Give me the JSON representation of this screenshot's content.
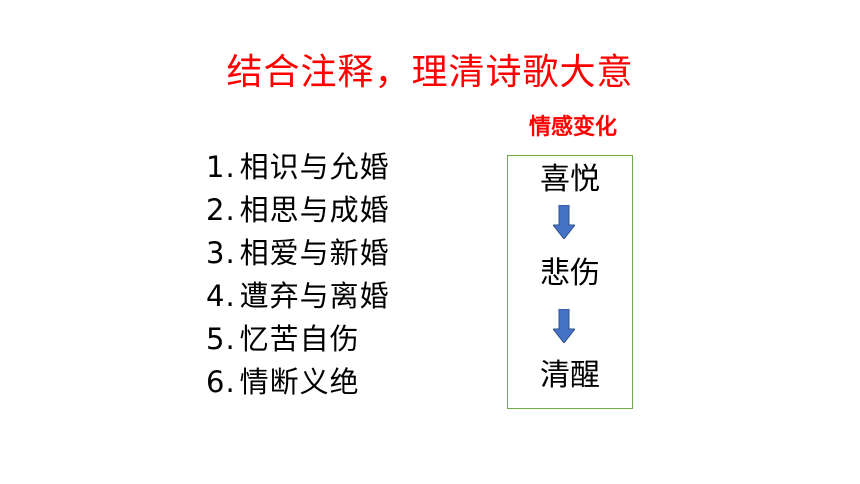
{
  "title": "结合注释，理清诗歌大意",
  "emotion_label": "情感变化",
  "plot_points": [
    {
      "num": "1.",
      "text": "相识与允婚"
    },
    {
      "num": "2.",
      "text": "相思与成婚"
    },
    {
      "num": "3.",
      "text": "相爱与新婚"
    },
    {
      "num": "4.",
      "text": "遭弃与离婚"
    },
    {
      "num": "5.",
      "text": "忆苦自伤"
    },
    {
      "num": "6.",
      "text": "情断义绝"
    }
  ],
  "emotion_stages": [
    "喜悦",
    "悲伤",
    "清醒"
  ],
  "colors": {
    "title": "#ff0000",
    "box_border": "#70ad47",
    "arrow_fill": "#4472c4",
    "arrow_stroke": "#2f528f"
  },
  "icons": {
    "arrow": "down-arrow-icon"
  }
}
